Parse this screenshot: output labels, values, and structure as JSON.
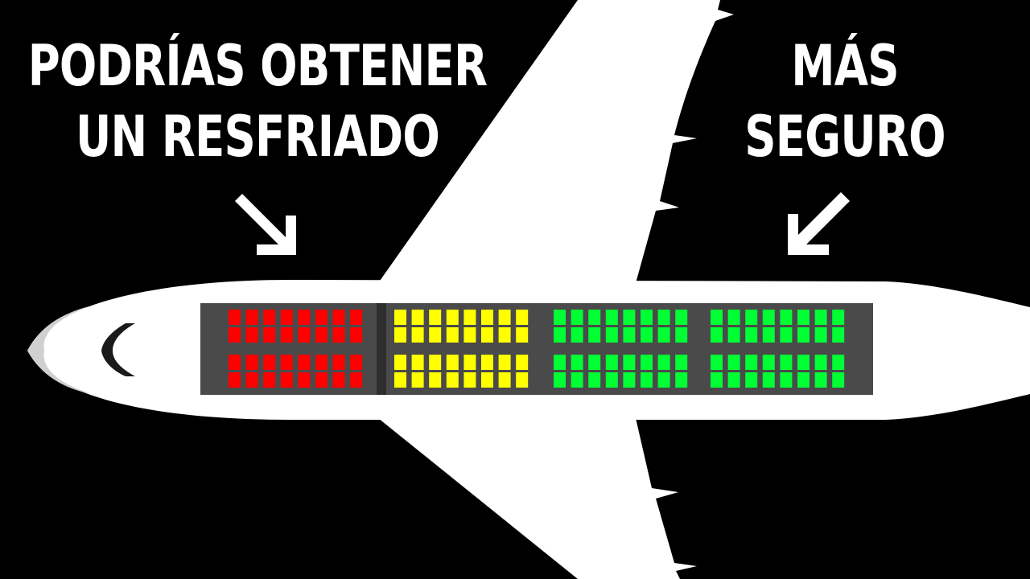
{
  "labels": {
    "left": {
      "line1": "PODRÍAS OBTENER",
      "line2": "UN RESFRIADO"
    },
    "right": {
      "line1": "MÁS",
      "line2": "SEGURO"
    }
  },
  "arrows": {
    "left": {
      "direction": "down-right",
      "icon": "arrow-down-right-icon"
    },
    "right": {
      "direction": "down-left",
      "icon": "arrow-down-left-icon"
    }
  },
  "airplane": {
    "body_color": "#ffffff",
    "nose_shade_color": "#d0d0d0",
    "cockpit_color": "#1a1a1a",
    "cabin_color": "#4a4a4a",
    "divider_color": "#2e2e2e"
  },
  "seat_sections": [
    {
      "name": "front",
      "color": "#ff0000",
      "meaning": "risk-of-cold",
      "columns": 8,
      "rows": 4
    },
    {
      "name": "middle",
      "color": "#ffff00",
      "meaning": "neutral",
      "columns": 8,
      "rows": 4
    },
    {
      "name": "rear-1",
      "color": "#00ff33",
      "meaning": "safer",
      "columns": 8,
      "rows": 4
    },
    {
      "name": "rear-2",
      "color": "#00ff33",
      "meaning": "safer",
      "columns": 8,
      "rows": 4
    }
  ]
}
